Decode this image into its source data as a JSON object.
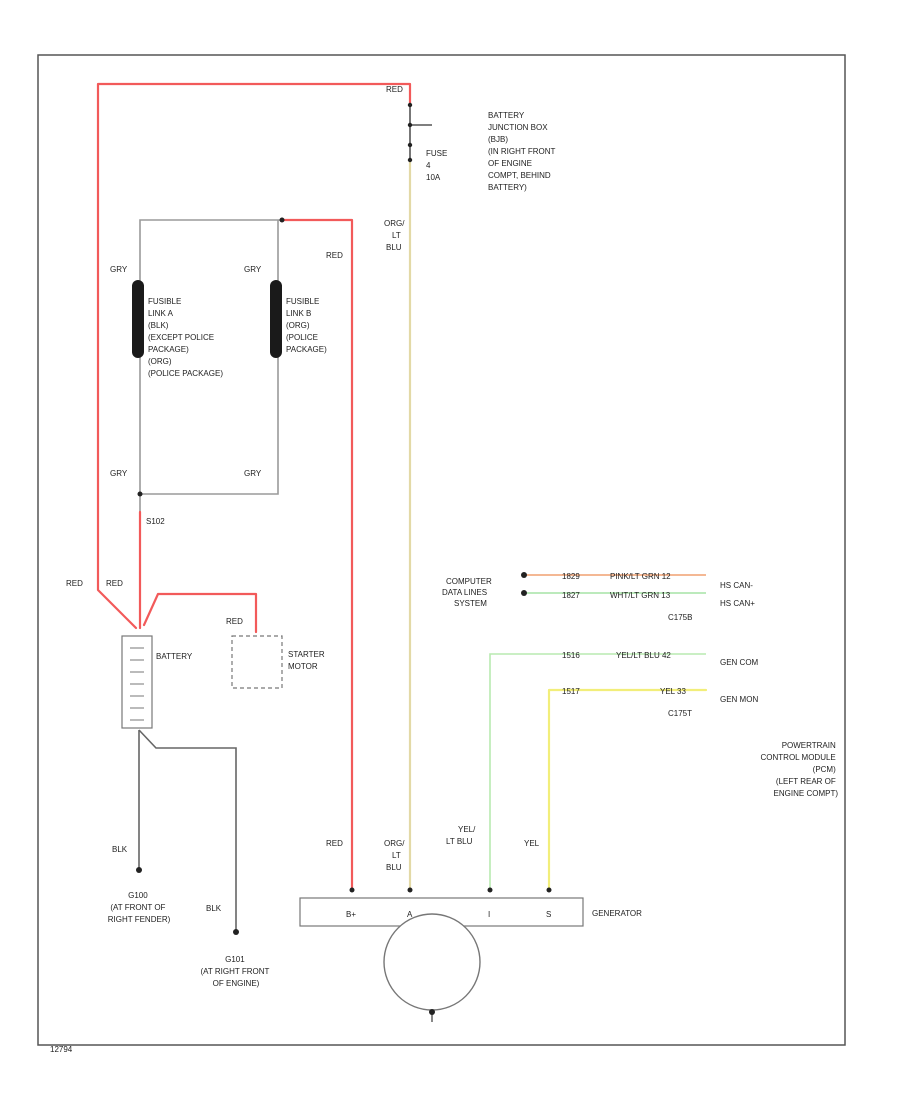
{
  "colors": {
    "red": "#f25a5a",
    "gray": "#9a9a9a",
    "dark_gray": "#666666",
    "orange_ltblue": "#e3d9a6",
    "yellow_ltblue": "#b8eab0",
    "yellow": "#f2ee7a",
    "green_line": "#a6e3a6",
    "orange_line": "#f0a070",
    "border": "#555555"
  },
  "icons": {
    "fusible_link": "fusible-link-icon",
    "battery": "battery-icon",
    "starter": "starter-motor-icon",
    "generator": "generator-icon",
    "ground": "ground-icon"
  },
  "labels": {
    "red_top": "RED",
    "battery_jb": [
      "BATTERY",
      "JUNCTION BOX",
      "(BJB)",
      "(IN RIGHT FRONT",
      "OF ENGINE",
      "COMPT, BEHIND",
      "BATTERY)"
    ],
    "fuse": [
      "FUSE",
      "4",
      "10A"
    ],
    "org_lt_blu_top": [
      "ORG/",
      "LT",
      "BLU"
    ],
    "red_mid": "RED",
    "gry_1": "GRY",
    "gry_2": "GRY",
    "gry_3": "GRY",
    "gry_4": "GRY",
    "fusible_a": [
      "FUSIBLE",
      "LINK A",
      "(BLK)",
      "(EXCEPT POLICE",
      "PACKAGE)",
      "(ORG)",
      "(POLICE PACKAGE)"
    ],
    "fusible_b": [
      "FUSIBLE",
      "LINK B",
      "(ORG)",
      "(POLICE",
      "PACKAGE)"
    ],
    "s102": "S102",
    "red_left_1": "RED",
    "red_left_2": "RED",
    "battery": "BATTERY",
    "red_starter": "RED",
    "starter_motor": [
      "STARTER",
      "MOTOR"
    ],
    "computer_data": [
      "COMPUTER",
      "DATA LINES",
      "SYSTEM"
    ],
    "wire_1829": "1829",
    "wire_1827": "1827",
    "hs_can_minus_label": "PINK/LT GRN 12",
    "hs_can_plus_label": "WHT/LT GRN 13",
    "hs_can_minus": "HS CAN-",
    "hs_can_plus": "HS CAN+",
    "c1756": "C175B",
    "wire_1516": "1516",
    "wire_1517": "1517",
    "yel_lt_blu_pin": "YEL/LT BLU 42",
    "yel_pin": "YEL 33",
    "gen_com": "GEN COM",
    "gen_mon": "GEN MON",
    "c1757": "C175T",
    "pcm": [
      "POWERTRAIN",
      "CONTROL MODULE",
      "(PCM)",
      "(LEFT REAR OF",
      "ENGINE COMPT)"
    ],
    "red_gen": "RED",
    "org_lt_blu_gen": [
      "ORG/",
      "LT",
      "BLU"
    ],
    "yel_lt_blu_gen": [
      "YEL/",
      "LT BLU"
    ],
    "yel_gen": "YEL",
    "generator": "GENERATOR",
    "terminals": [
      "B+",
      "A",
      "I",
      "S"
    ],
    "blk_1": "BLK",
    "blk_2": "BLK",
    "g100": [
      "G100",
      "(AT FRONT OF",
      "RIGHT FENDER)"
    ],
    "g101": [
      "G101",
      "(AT RIGHT FRONT",
      "OF ENGINE)"
    ],
    "corner_code": "12794"
  }
}
